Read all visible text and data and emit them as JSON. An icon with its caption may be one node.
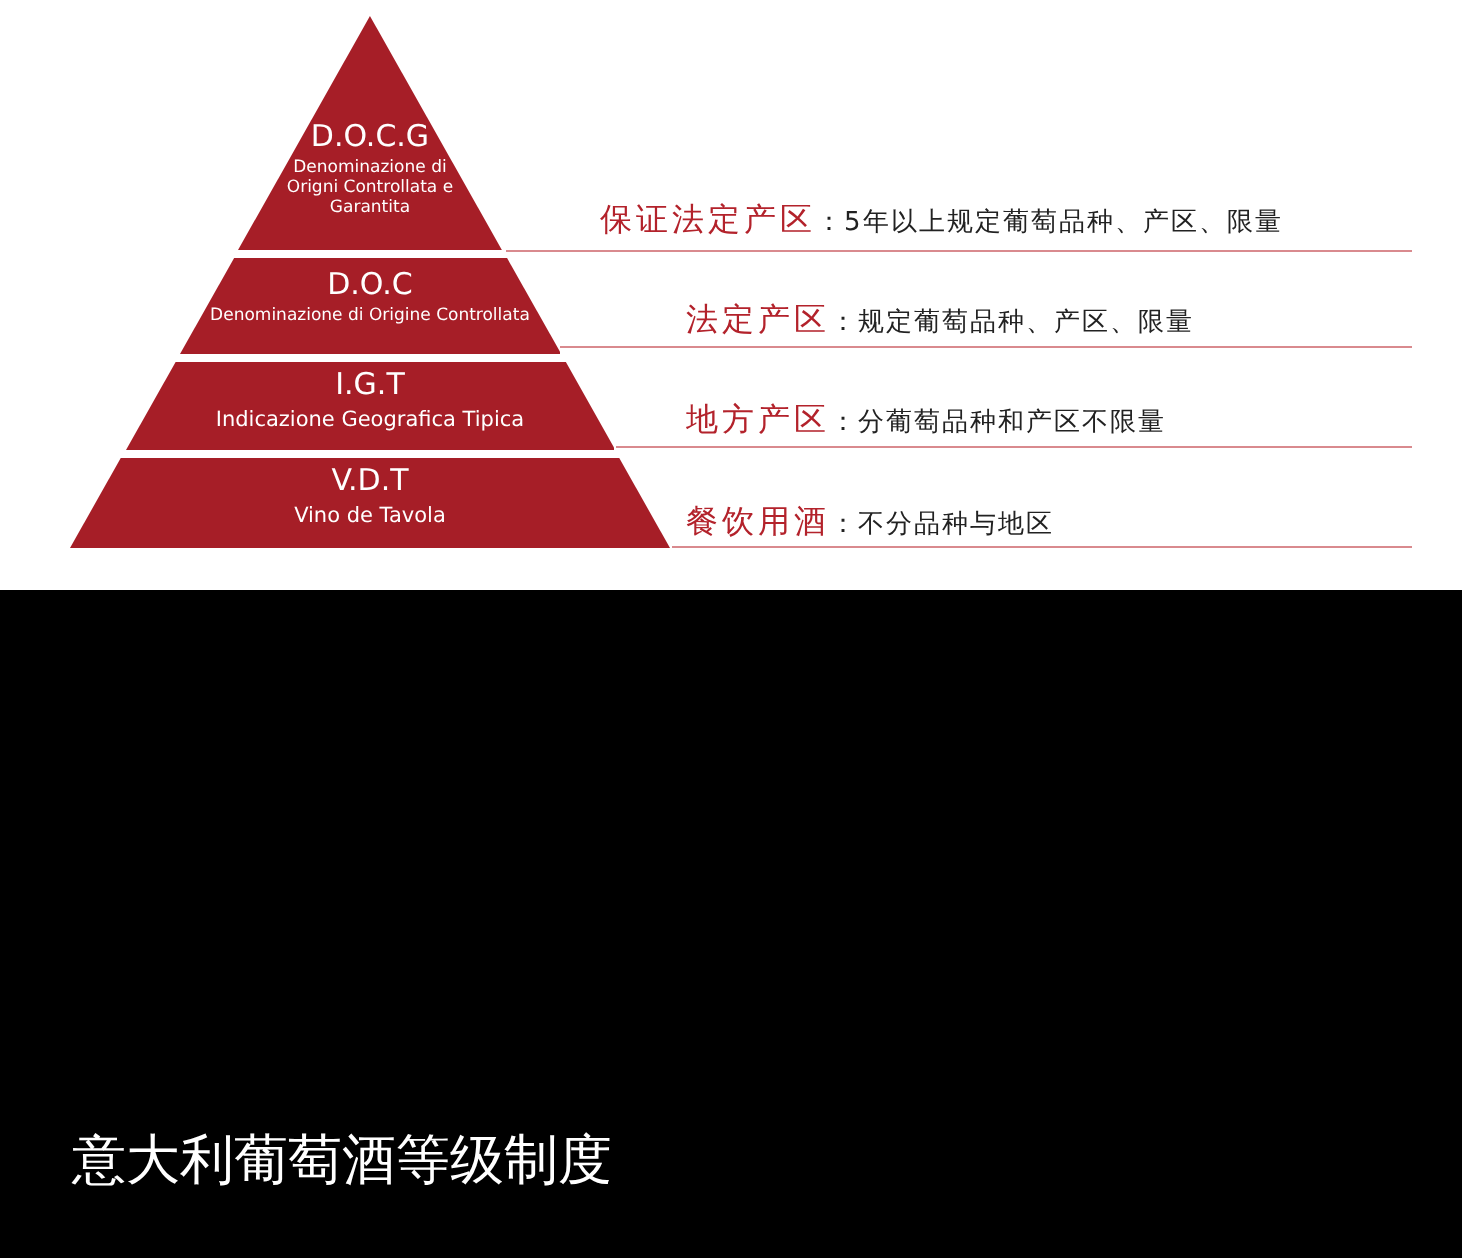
{
  "diagram": {
    "caption": "意大利葡萄酒等级制度",
    "nodes": [
      {
        "text": [
          "D.O.C.G",
          "Denominazione di Origni Controllata e Garantita"
        ],
        "beside": [
          "保证法定产区",
          "：5年以上规定葡萄品种、产区、限量"
        ]
      },
      {
        "text": [
          "D.O.C",
          "Denominazione di Origine Controllata"
        ],
        "beside": [
          "法定产区",
          "：规定葡萄品种、产区、限量"
        ]
      },
      {
        "text": [
          "I.G.T",
          "Indicazione Geografica Tipica"
        ],
        "beside": [
          "地方产区",
          "：分葡萄品种和产区不限量"
        ]
      },
      {
        "text": [
          "V.D.T",
          "Vino de Tavola"
        ],
        "beside": [
          "餐饮用酒",
          "：不分品种与地区"
        ]
      }
    ]
  }
}
